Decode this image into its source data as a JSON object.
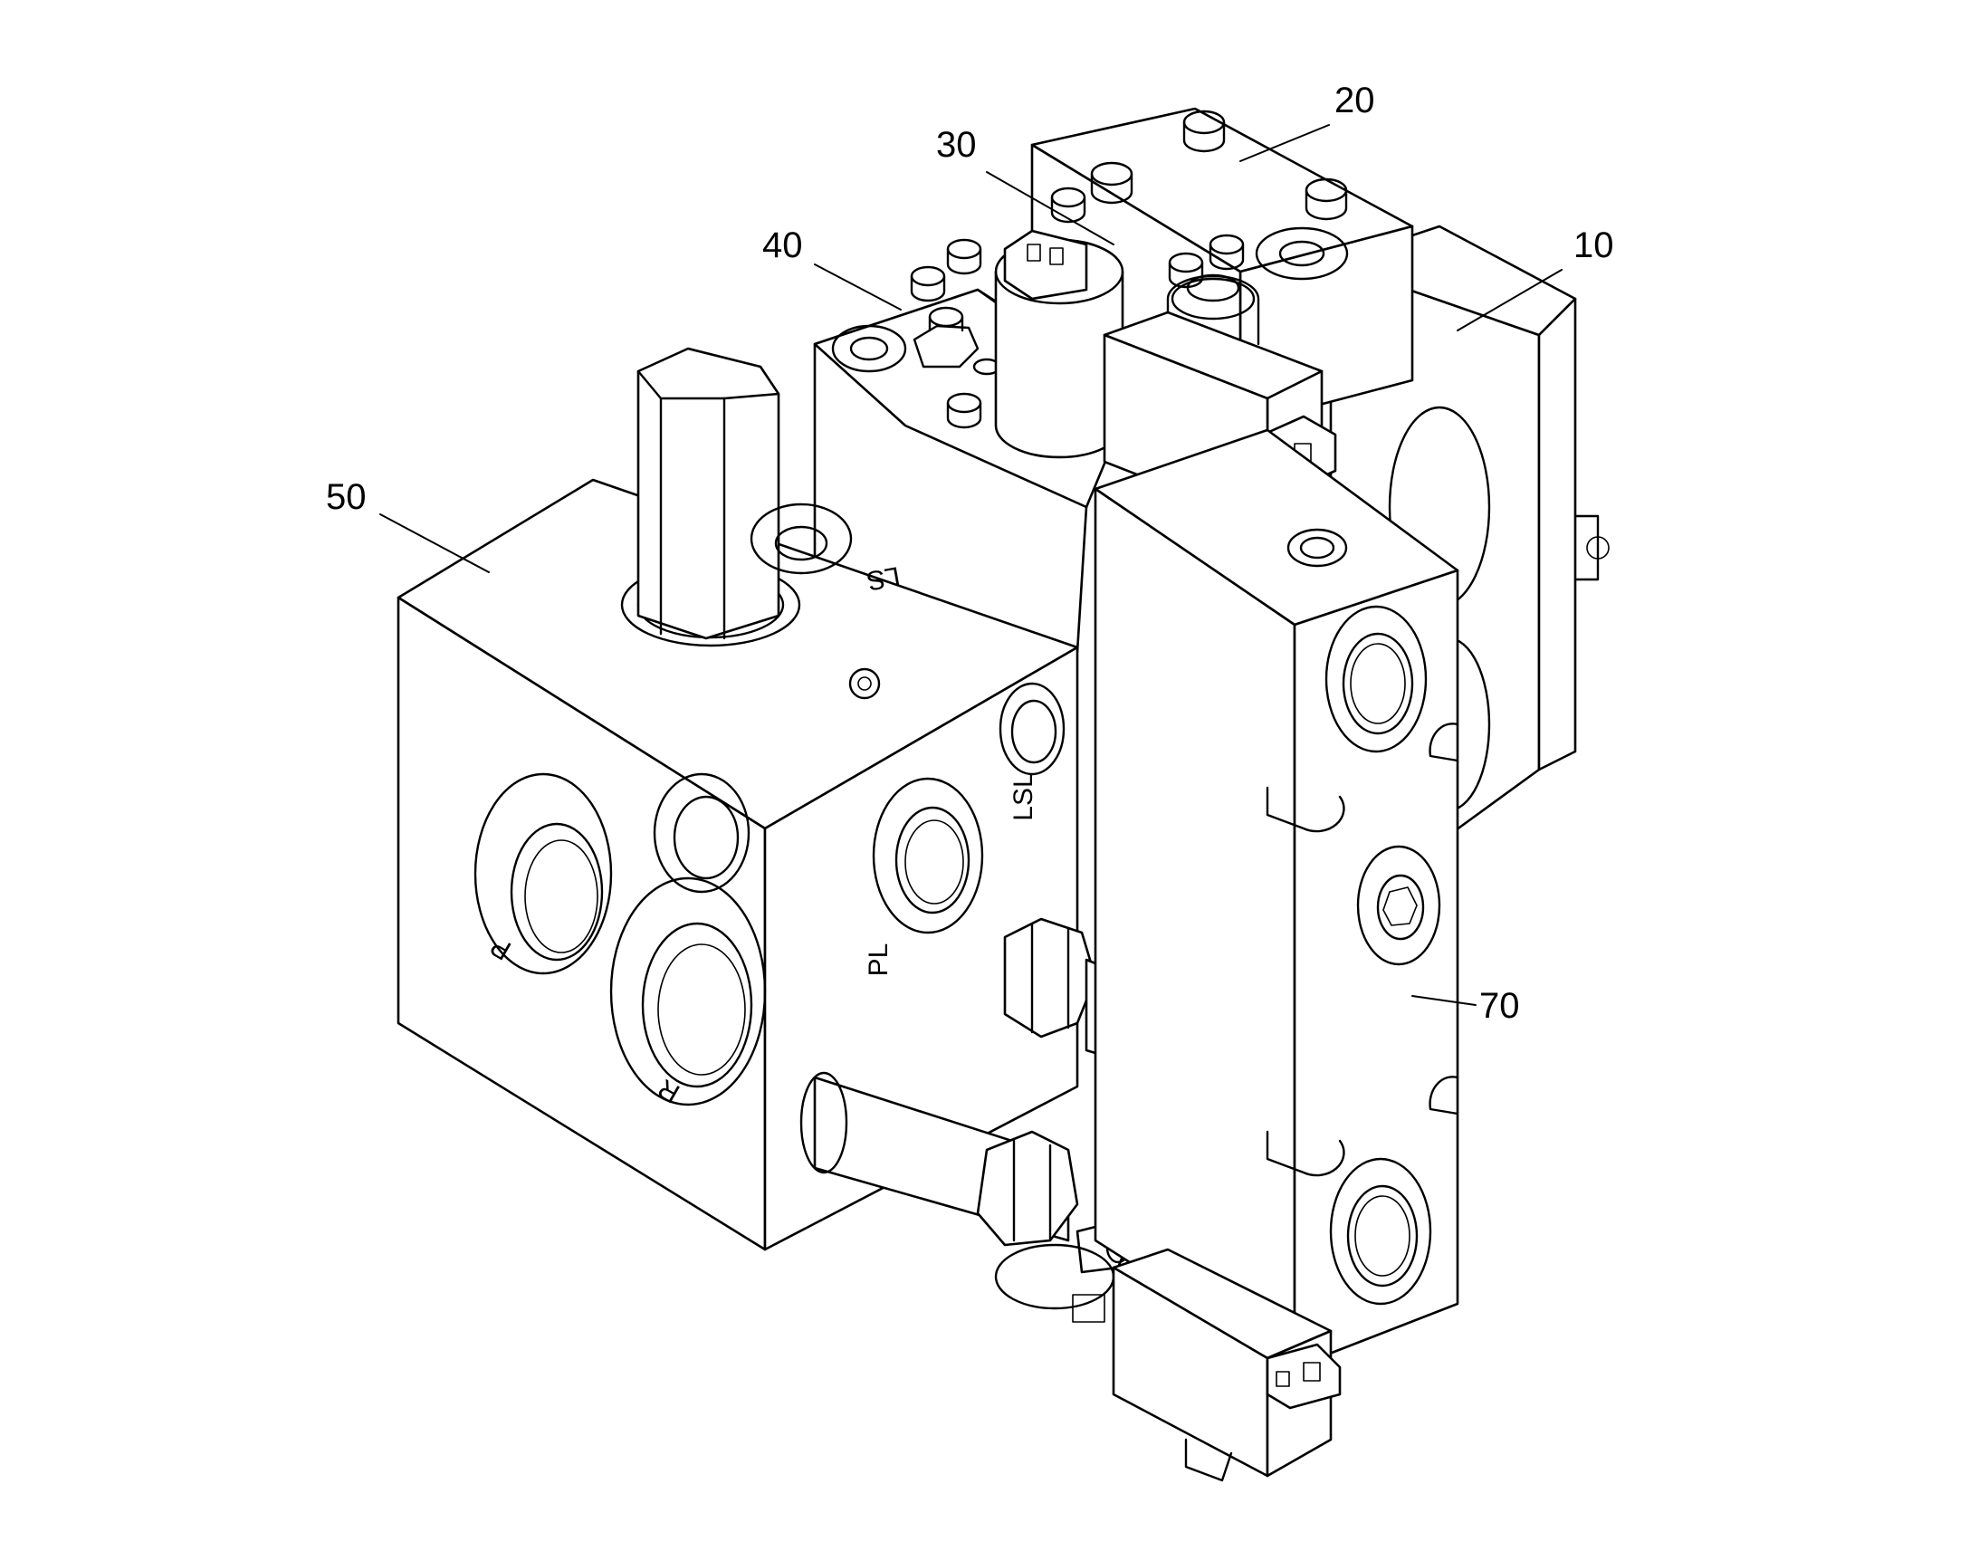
{
  "callouts": {
    "c10": "10",
    "c20": "20",
    "c30": "30",
    "c40": "40",
    "c50": "50",
    "c70": "70"
  },
  "ports": {
    "p": "P",
    "pl": "PL",
    "r": "R",
    "lsl": "LSL",
    "ls": "LS"
  }
}
